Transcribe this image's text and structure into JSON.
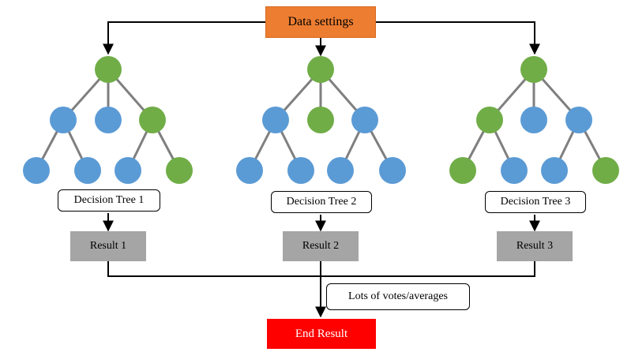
{
  "data_settings": "Data settings",
  "trees": [
    {
      "label": "Decision Tree 1",
      "result": "Result 1",
      "colors": {
        "root": "green",
        "l1": [
          "blue",
          "blue",
          "green"
        ],
        "l2": [
          "blue",
          "blue",
          "blue",
          "green"
        ]
      }
    },
    {
      "label": "Decision Tree 2",
      "result": "Result 2",
      "colors": {
        "root": "green",
        "l1": [
          "blue",
          "green",
          "blue"
        ],
        "l2": [
          "blue",
          "blue",
          "blue",
          "blue"
        ]
      }
    },
    {
      "label": "Decision Tree 3",
      "result": "Result 3",
      "colors": {
        "root": "green",
        "l1": [
          "green",
          "blue",
          "blue"
        ],
        "l2": [
          "green",
          "blue",
          "blue",
          "green"
        ]
      }
    }
  ],
  "votes_label": "Lots of votes/averages",
  "end_result": "End Result",
  "colors": {
    "green": "#70AD47",
    "blue": "#5B9BD5",
    "settings": "#ED7D31",
    "result": "#A5A5A5",
    "end": "#FF0000",
    "edge": "#7F7F7F"
  }
}
